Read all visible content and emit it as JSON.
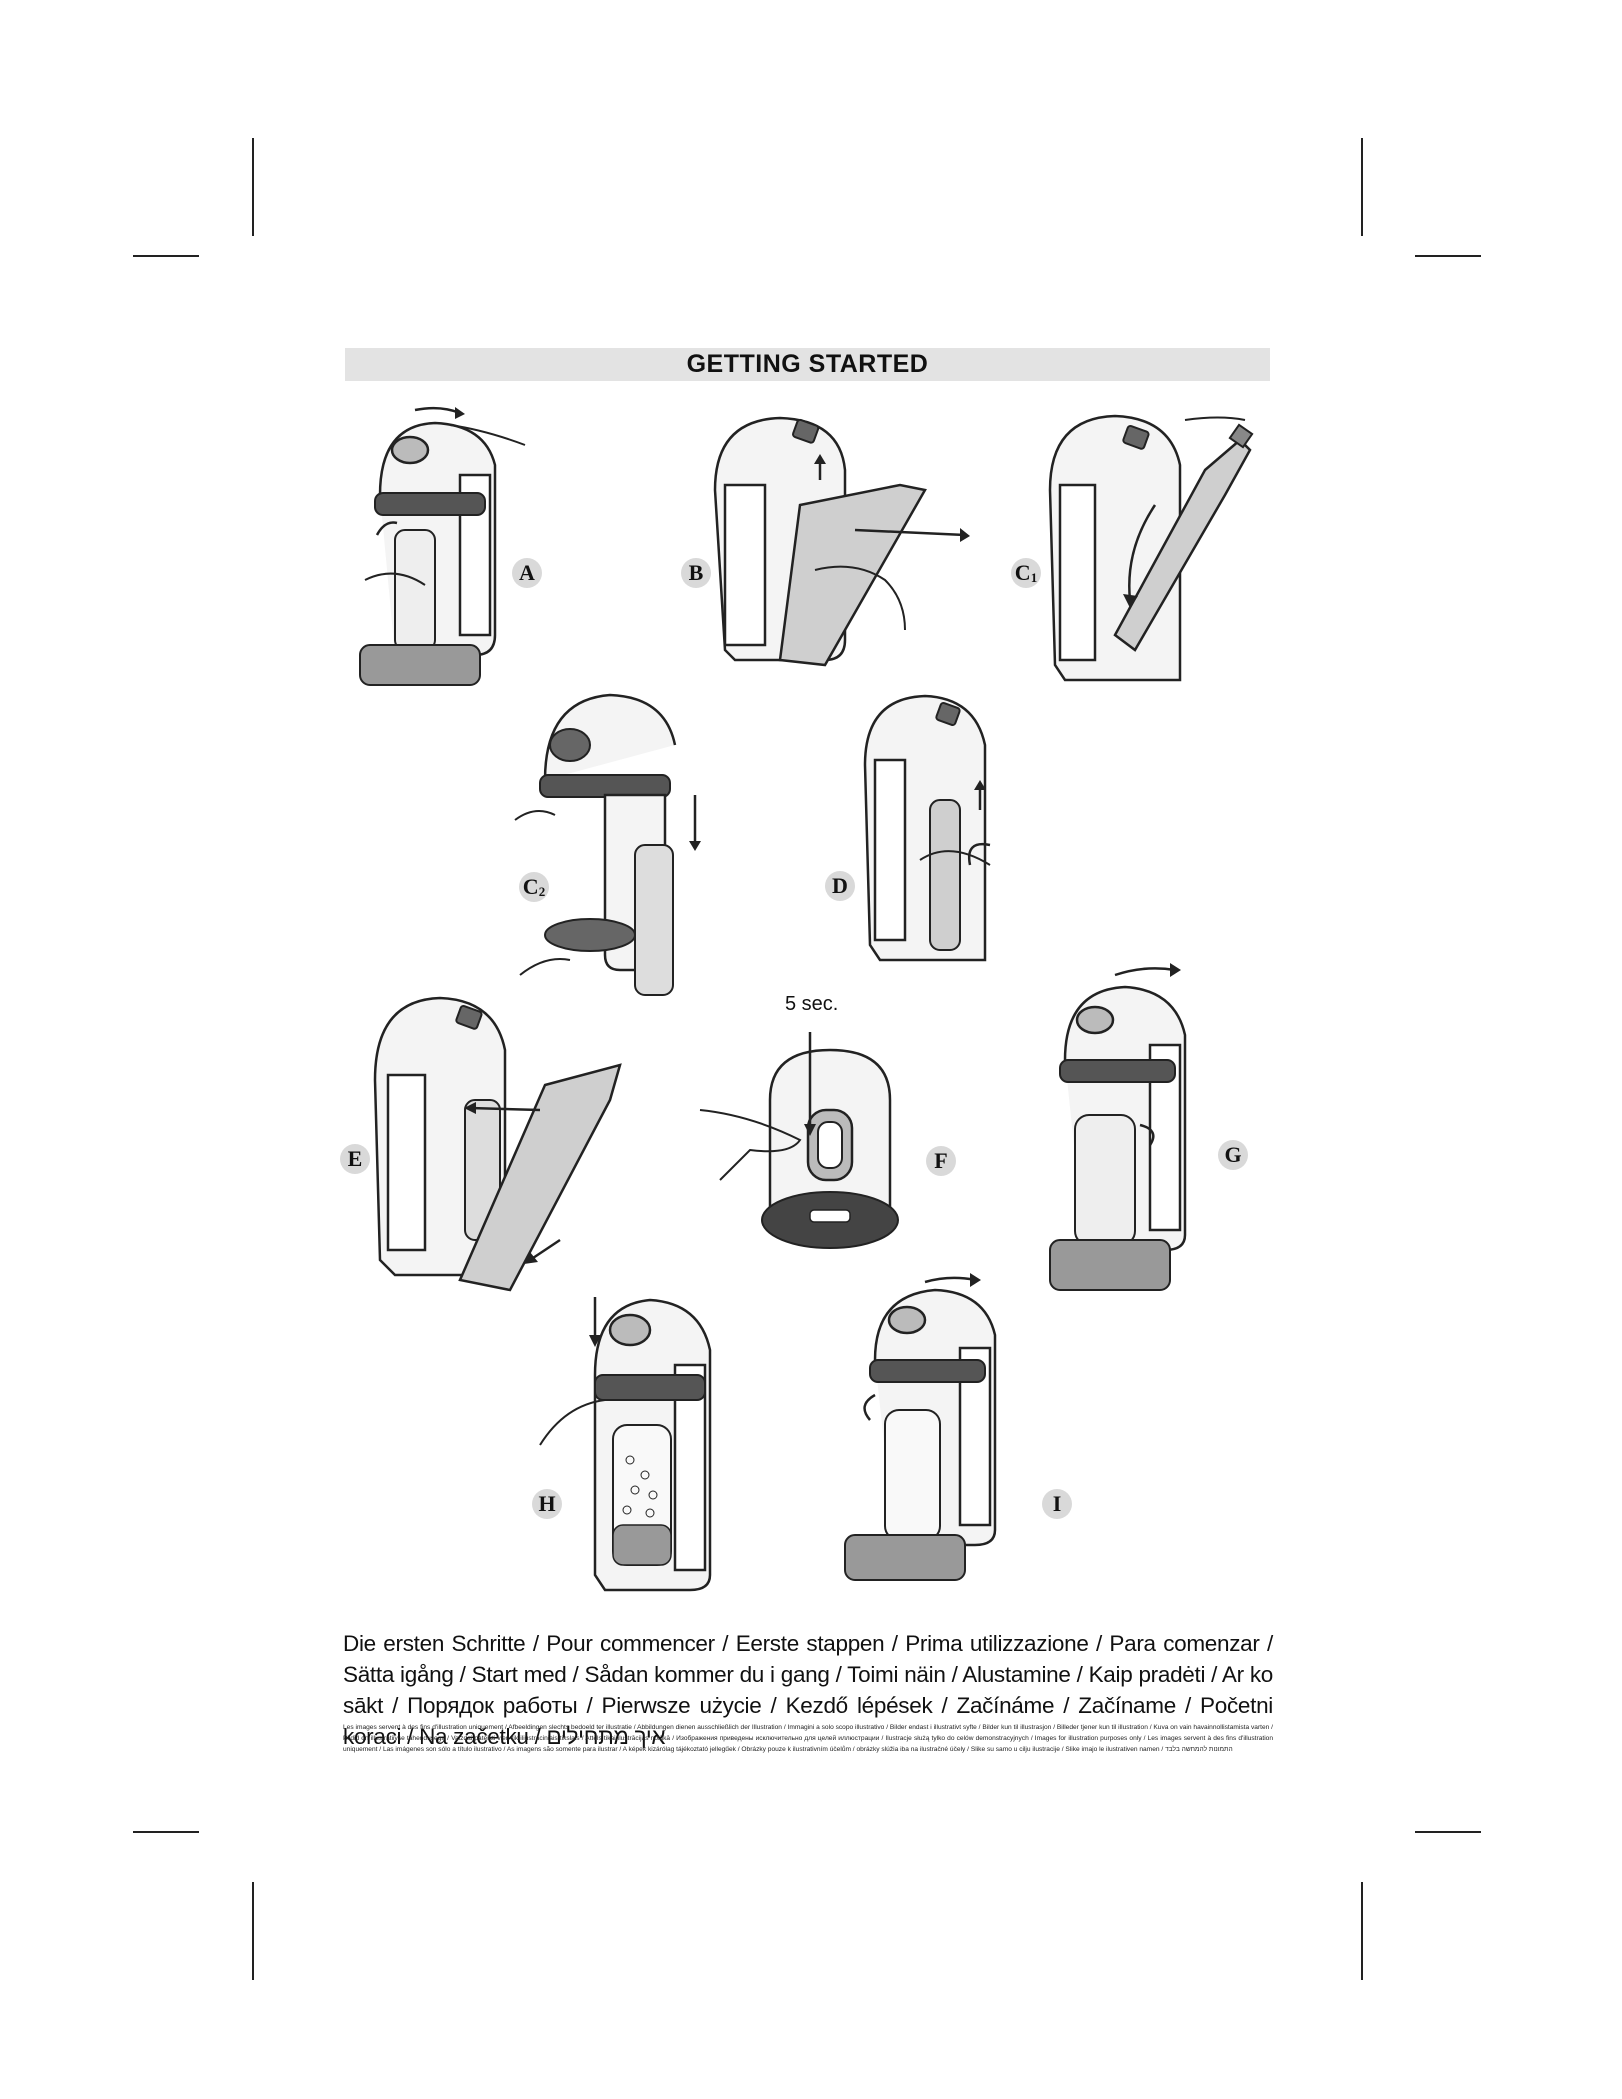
{
  "title": "GETTING STARTED",
  "step_labels": {
    "A": "A",
    "B": "B",
    "C1": "C",
    "C1_sub": "1",
    "C2": "C",
    "C2_sub": "2",
    "D": "D",
    "E": "E",
    "F": "F",
    "G": "G",
    "H": "H",
    "I": "I"
  },
  "timer_note": "5 sec.",
  "languages_text": "Die ersten Schritte / Pour commencer / Eerste stappen / Prima utilizzazione / Para comenzar / Sätta igång / Start med / Sådan kommer du i gang / Toimi näin / Alustamine / Kaip pradėti / Ar ko sākt / Порядок работы / Pierwsze użycie / Kezdő lépések / Začínáme / Začíname / Početni koraci / Na začetku / איך מתחילים",
  "fineprint": "Les images servent à des fins d'illustration uniquement / Afbeeldingen slechts bedoeld ter illustratie / Abbildungen dienen ausschließlich der Illustration / Immagini a solo scopo illustrativo / Bilder endast i illustrativt syfte / Bilder kun til illustrasjon / Billeder tjener kun til illustration / Kuva on vain havainnollistamista varten / Pildid on illustratiivse tähendusega / Vaizdai pateikti vien tik iliustraciniais tikslais / Attēls tikai ilustrācijas nolūkā / Изображения приведены исключительно для целей иллюстрации / Ilustracje służą tylko do celów demonstracyjnych / Images for illustration purposes only / Les images servent à des fins d'illustration uniquement / Las imágenes son sólo a título ilustrativo / As imagens são somente para ilustrar / A képek kizárólag tájékoztató jellegűek / Obrázky pouze k ilustrativním účelům / obrázky slúžia iba na ilustračné účely / Slike su samo u cilju ilustracije / Slike imajo le ilustrativen namen / התמונות להמחשה בלבד"
}
